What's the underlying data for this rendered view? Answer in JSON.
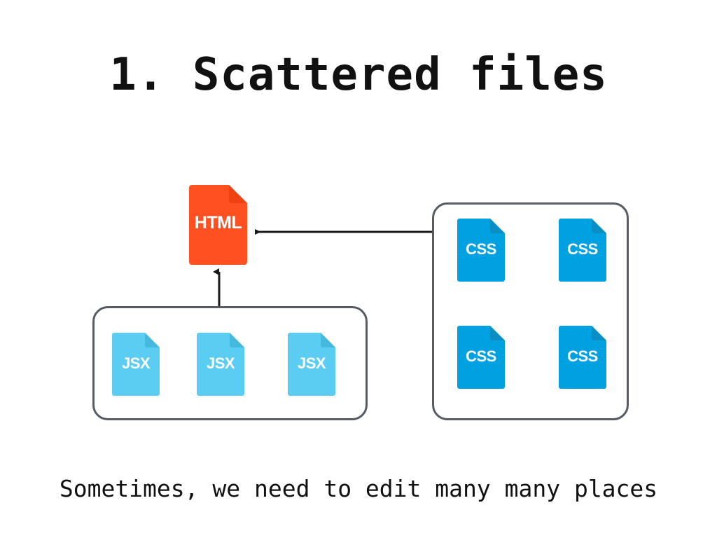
{
  "slide": {
    "title": "1. Scattered files",
    "caption": "Sometimes, we need to edit many many places"
  },
  "colors": {
    "background": "#ffffff",
    "text": "#111111",
    "html_file": "#ff5022",
    "html_file_fold": "#f04115",
    "jsx_file": "#5ccdf2",
    "jsx_file_fold": "#45b8dd",
    "css_file": "#00a1e0",
    "css_file_fold": "#0b8ec4",
    "group_border": "#555c64",
    "arrow": "#1a1a1a"
  },
  "diagram": {
    "html_file": {
      "label": "HTML",
      "icon": "file-html-icon"
    },
    "jsx_group": {
      "name": "jsx-files-group",
      "files": [
        {
          "label": "JSX",
          "icon": "file-jsx-icon"
        },
        {
          "label": "JSX",
          "icon": "file-jsx-icon"
        },
        {
          "label": "JSX",
          "icon": "file-jsx-icon"
        }
      ]
    },
    "css_group": {
      "name": "css-files-group",
      "files": [
        {
          "label": "CSS",
          "icon": "file-css-icon"
        },
        {
          "label": "CSS",
          "icon": "file-css-icon"
        },
        {
          "label": "CSS",
          "icon": "file-css-icon"
        },
        {
          "label": "CSS",
          "icon": "file-css-icon"
        }
      ]
    },
    "arrows": [
      {
        "name": "arrow-css-to-html",
        "direction": "left",
        "from": "css-files-group",
        "to": "html-file"
      },
      {
        "name": "arrow-jsx-to-html",
        "direction": "up",
        "from": "jsx-files-group",
        "to": "html-file"
      }
    ]
  }
}
